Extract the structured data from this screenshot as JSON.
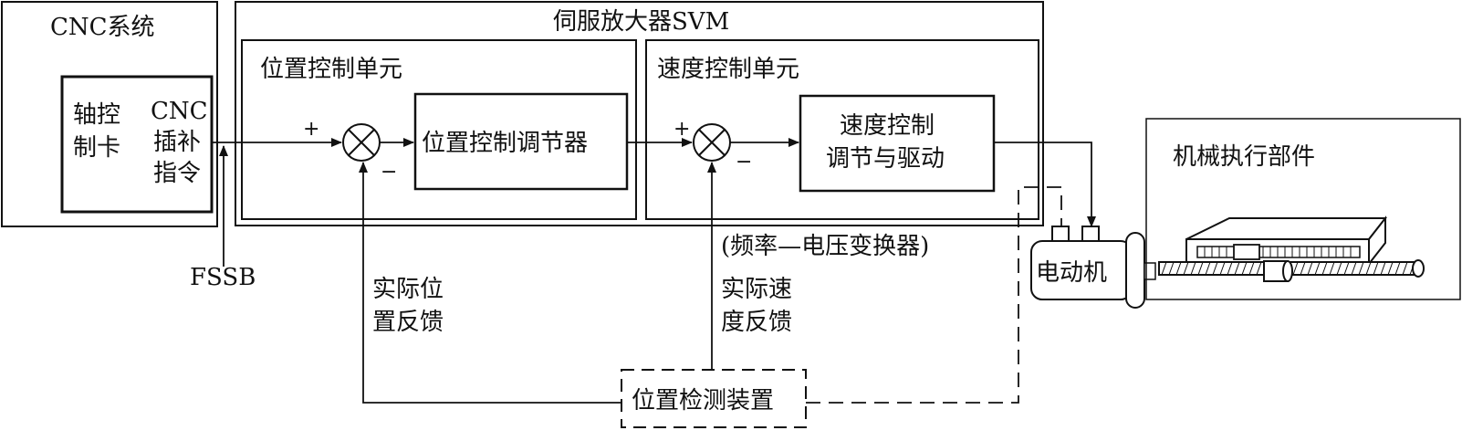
{
  "cnc_system": {
    "title": "CNC系统",
    "axis_card_line1": "轴控",
    "axis_card_line2": "制卡",
    "interp_line1": "CNC",
    "interp_line2": "插补",
    "interp_line3": "指令"
  },
  "fssb": "FSSB",
  "servo": {
    "title": "伺服放大器SVM",
    "position_unit": {
      "title": "位置控制单元",
      "regulator": "位置控制调节器",
      "plus": "+",
      "minus": "−"
    },
    "speed_unit": {
      "title": "速度控制单元",
      "regulator_line1": "速度控制",
      "regulator_line2": "调节与驱动",
      "plus": "+",
      "minus": "−"
    }
  },
  "fv_converter": "(频率—电压变换器)",
  "feedback": {
    "position_line1": "实际位",
    "position_line2": "置反馈",
    "speed_line1": "实际速",
    "speed_line2": "度反馈"
  },
  "detector": "位置检测装置",
  "motor": "电动机",
  "mechanism": "机械执行部件"
}
